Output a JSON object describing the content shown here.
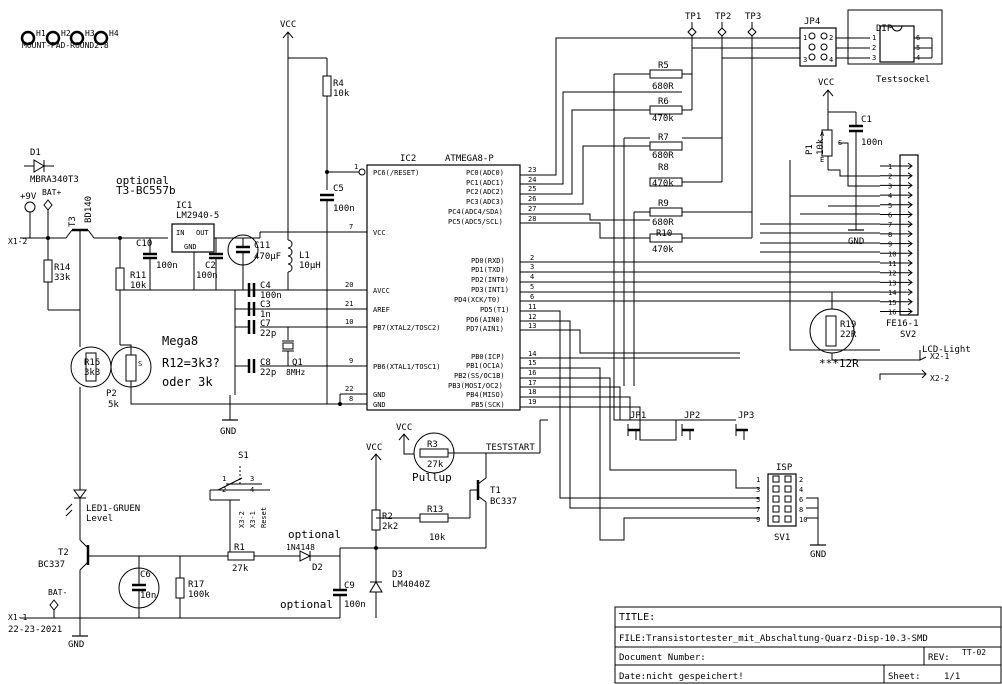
{
  "mounting_holes": {
    "labels": [
      "H1",
      "H2",
      "H3",
      "H4"
    ],
    "values": "MOUNT-PAD-ROUND2.8"
  },
  "supply": {
    "vcc": "VCC",
    "gnd": "GND"
  },
  "ic2": {
    "ref": "IC2",
    "value": "ATMEGA8-P",
    "left_pins": [
      {
        "num": "1",
        "name": "PC6(/RESET)"
      },
      {
        "num": "7",
        "name": "VCC"
      },
      {
        "num": "20",
        "name": "AVCC"
      },
      {
        "num": "21",
        "name": "AREF"
      },
      {
        "num": "10",
        "name": "PB7(XTAL2/TOSC2)"
      },
      {
        "num": "9",
        "name": "PB6(XTAL1/TOSC1)"
      },
      {
        "num": "22",
        "name": "GND"
      },
      {
        "num": "8",
        "name": "GND"
      }
    ],
    "right_pins": [
      {
        "num": "23",
        "name": "PC0(ADC0)"
      },
      {
        "num": "24",
        "name": "PC1(ADC1)"
      },
      {
        "num": "25",
        "name": "PC2(ADC2)"
      },
      {
        "num": "26",
        "name": "PC3(ADC3)"
      },
      {
        "num": "27",
        "name": "PC4(ADC4/SDA)"
      },
      {
        "num": "28",
        "name": "PC5(ADC5/SCL)"
      },
      {
        "num": "2",
        "name": "PD0(RXD)"
      },
      {
        "num": "3",
        "name": "PD1(TXD)"
      },
      {
        "num": "4",
        "name": "PD2(INT0)"
      },
      {
        "num": "5",
        "name": "PD3(INT1)"
      },
      {
        "num": "6",
        "name": "PD4(XCK/T0)"
      },
      {
        "num": "11",
        "name": "PD5(T1)"
      },
      {
        "num": "12",
        "name": "PD6(AIN0)"
      },
      {
        "num": "13",
        "name": "PD7(AIN1)"
      },
      {
        "num": "14",
        "name": "PB0(ICP)"
      },
      {
        "num": "15",
        "name": "PB1(OC1A)"
      },
      {
        "num": "16",
        "name": "PB2(SS/OC1B)"
      },
      {
        "num": "17",
        "name": "PB3(MOSI/OC2)"
      },
      {
        "num": "18",
        "name": "PB4(MISO)"
      },
      {
        "num": "19",
        "name": "PB5(SCK)"
      }
    ]
  },
  "parts": {
    "r4": {
      "ref": "R4",
      "value": "10k"
    },
    "c5": {
      "ref": "C5",
      "value": "100n"
    },
    "d1": {
      "ref": "D1",
      "value": "MBRA340T3"
    },
    "opt_t3": {
      "line1": "optional",
      "line2": "T3-BC557b"
    },
    "bat_plus": "BAT+",
    "plus9v": "+9V",
    "t3": {
      "ref": "T3",
      "value": "BD140"
    },
    "ic1": {
      "ref": "IC1",
      "value": "LM2940-5",
      "in": "IN",
      "out": "OUT",
      "gnd": "GND"
    },
    "x1_2": "X1-2",
    "c10": {
      "ref": "C10",
      "value": "100n"
    },
    "c2": {
      "ref": "C2",
      "value": "100n"
    },
    "c11": {
      "ref": "C11",
      "value": "470μF"
    },
    "l1": {
      "ref": "L1",
      "value": "10μH"
    },
    "r14": {
      "ref": "R14",
      "value": "33k"
    },
    "r11": {
      "ref": "R11",
      "value": "10k"
    },
    "c4": {
      "ref": "C4",
      "value": "100n"
    },
    "c3": {
      "ref": "C3",
      "value": "1n"
    },
    "c7": {
      "ref": "C7",
      "value": "22p"
    },
    "c8": {
      "ref": "C8",
      "value": "22p"
    },
    "q1": {
      "ref": "Q1",
      "value": "8MHz"
    },
    "r15": {
      "ref": "R15",
      "value": "3k3"
    },
    "p2": {
      "ref": "P2",
      "value": "5k",
      "wiper": "S"
    },
    "mega8_note": {
      "line1": "Mega8",
      "line2": "R12=3k3?",
      "line3": "oder 3k"
    },
    "s1": {
      "ref": "S1",
      "pins": [
        "1",
        "2",
        "3",
        "4"
      ]
    },
    "vcc_r3": "VCC",
    "r3": {
      "ref": "R3",
      "value": "27k",
      "note": "Pullup"
    },
    "teststart": "TESTSTART",
    "t1": {
      "ref": "T1",
      "value": "BC337"
    },
    "r13": {
      "ref": "R13",
      "value": "10k"
    },
    "led1": {
      "ref": "LED1-GRUEN",
      "value": "Level"
    },
    "x3": {
      "a": "X3-2",
      "b": "X3-1",
      "note": "Reset"
    },
    "r1": {
      "ref": "R1",
      "value": "27k"
    },
    "d2_opt": "optional",
    "d2": {
      "ref": "D2",
      "value": "1N4148"
    },
    "r2": {
      "ref": "R2",
      "value": "2k2"
    },
    "d3": {
      "ref": "D3",
      "value": "LM4040Z"
    },
    "t2": {
      "ref": "T2",
      "value": "BC337"
    },
    "c6": {
      "ref": "C6",
      "value": "10n"
    },
    "r17": {
      "ref": "R17",
      "value": "100k"
    },
    "c9": {
      "ref": "C9",
      "value": "100n",
      "note": "optional"
    },
    "bat_minus": "BAT-",
    "x1_1": "X1-1",
    "date_code": "22-23-2021",
    "tp": [
      "TP1",
      "TP2",
      "TP3"
    ],
    "jp4": {
      "ref": "JP4",
      "pins": [
        "1",
        "2",
        "3",
        "4"
      ]
    },
    "dip": {
      "ref": "DIP",
      "pins_l": [
        "1",
        "2",
        "3"
      ],
      "pins_r": [
        "6",
        "5",
        "4"
      ],
      "caption": "Testsockel"
    },
    "r5": {
      "ref": "R5",
      "value": "680R"
    },
    "r6": {
      "ref": "R6",
      "value": "470k"
    },
    "r7": {
      "ref": "R7",
      "value": "680R"
    },
    "r8": {
      "ref": "R8",
      "value": "470k"
    },
    "r9": {
      "ref": "R9",
      "value": "680R"
    },
    "r10": {
      "ref": "R10",
      "value": "470k"
    },
    "c1": {
      "ref": "C1",
      "value": "100n"
    },
    "p1": {
      "ref": "P1",
      "value": "10k",
      "wiper": "S",
      "pin_a": "A",
      "pin_e": "E"
    },
    "sv2": {
      "ref": "SV2",
      "value": "FE16-1",
      "pins": [
        "1",
        "2",
        "3",
        "4",
        "5",
        "6",
        "7",
        "8",
        "9",
        "10",
        "11",
        "12",
        "13",
        "14",
        "15",
        "16"
      ]
    },
    "r19": {
      "ref": "R19",
      "value": "22R",
      "note": "***12R"
    },
    "lcd_light": "LCD-Light",
    "x2_1": "X2-1",
    "x2_2": "X2-2",
    "jp1": {
      "ref": "JP1"
    },
    "jp2": {
      "ref": "JP2"
    },
    "jp3": {
      "ref": "JP3"
    },
    "isp": {
      "ref": "ISP",
      "label": "SV1",
      "pins": [
        "1",
        "2",
        "3",
        "4",
        "5",
        "6",
        "7",
        "8",
        "9",
        "10"
      ]
    }
  },
  "title_block": {
    "title_label": "TITLE:",
    "file": "FILE:Transistortester_mit_Abschaltung-Quarz-Disp-10.3-SMD",
    "doc_label": "Document Number:",
    "rev_label": "REV:",
    "rev": "TT-02",
    "date": "Date:nicht gespeichert!",
    "sheet_label": "Sheet:",
    "sheet": "1/1"
  }
}
